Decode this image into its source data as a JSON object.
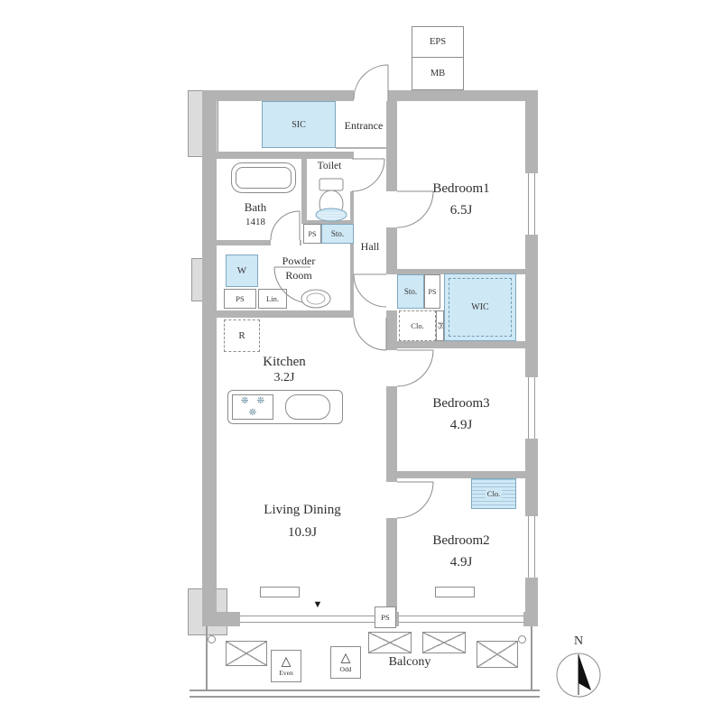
{
  "colors": {
    "fixture_blue": "#cfe8f5",
    "wall_gray": "#b3b3b3",
    "structure_gray": "#dcdcdc",
    "line_gray": "#8c8c8c"
  },
  "shafts": {
    "eps": "EPS",
    "mb": "MB",
    "ps": "PS"
  },
  "entrance": {
    "label": "Entrance",
    "sic": "SIC"
  },
  "bath": {
    "label": "Bath",
    "size": "1418"
  },
  "toilet": {
    "label": "Toilet"
  },
  "powder": {
    "line1": "Powder",
    "line2": "Room",
    "washer": "W",
    "linen": "Lin."
  },
  "hall": {
    "label": "Hall"
  },
  "closets": {
    "sto": "Sto.",
    "wic": "WIC",
    "clo": "Clo."
  },
  "rooms": {
    "bedroom1": {
      "name": "Bedroom1",
      "area": "6.5J"
    },
    "bedroom3": {
      "name": "Bedroom3",
      "area": "4.9J"
    },
    "bedroom2": {
      "name": "Bedroom2",
      "area": "4.9J"
    },
    "kitchen": {
      "name": "Kitchen",
      "area": "3.2J",
      "fridge": "R"
    },
    "living": {
      "name": "Living Dining",
      "area": "10.9J"
    }
  },
  "balcony": {
    "label": "Balcony",
    "even": "Even",
    "odd": "Odd"
  },
  "compass": {
    "north": "N"
  },
  "symbols": {
    "burner": "❊",
    "balcony_access": "▼",
    "hatch": "△"
  }
}
